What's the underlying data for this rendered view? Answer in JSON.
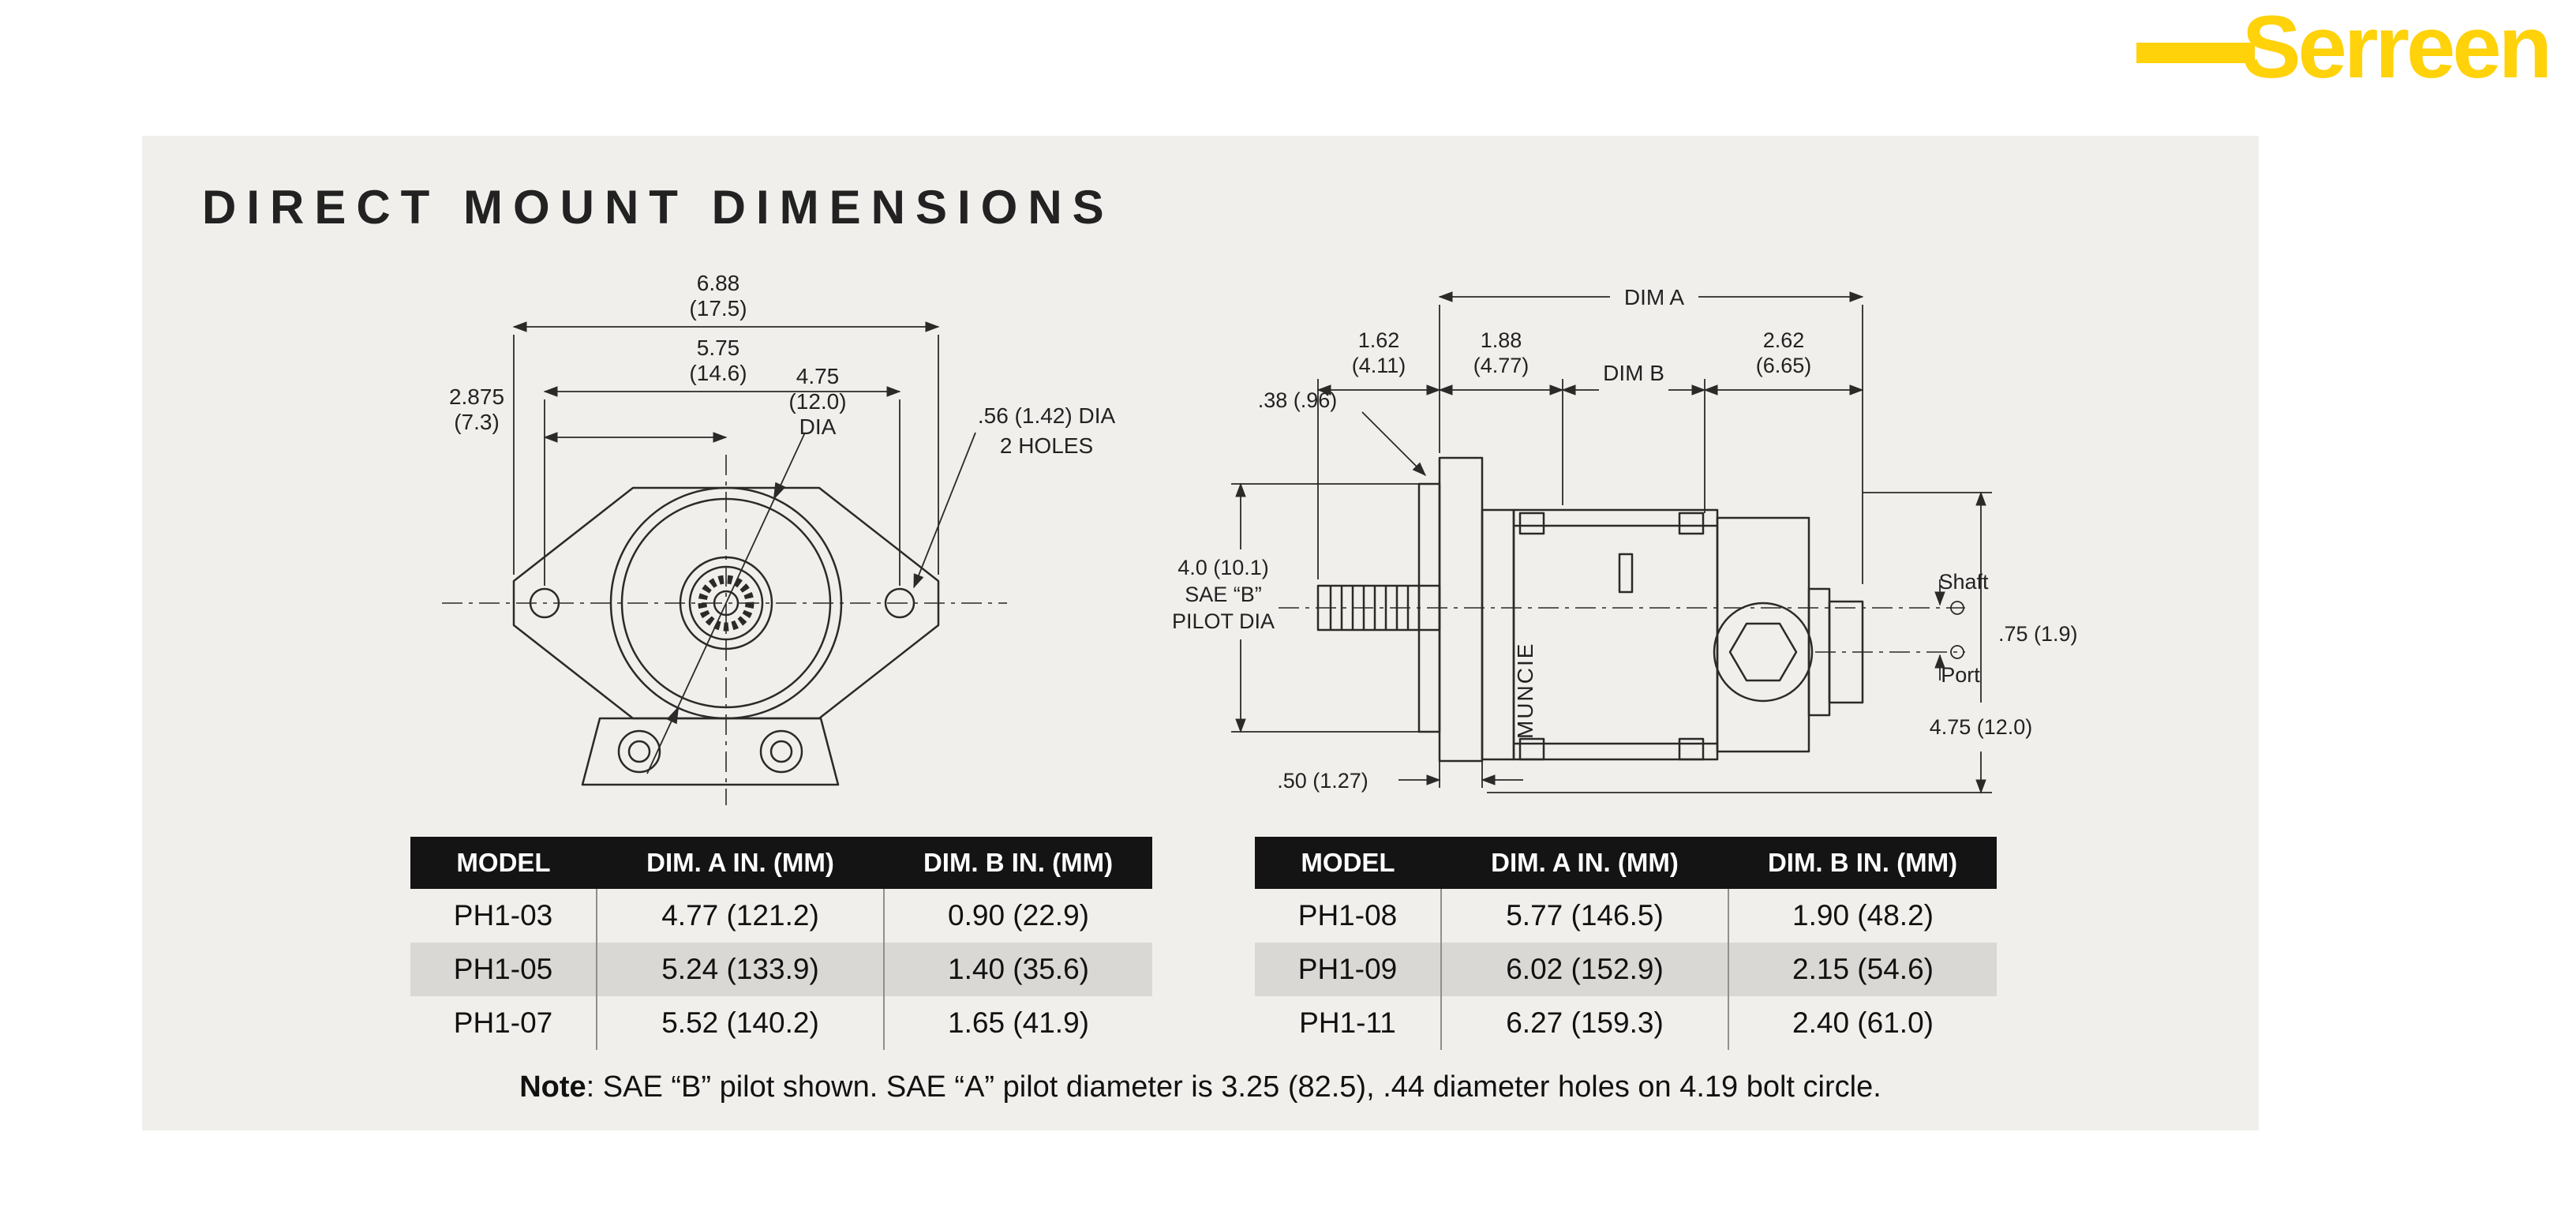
{
  "logo": {
    "text": "Serreen",
    "color": "#FFD20A"
  },
  "panel": {
    "title": "DIRECT MOUNT DIMENSIONS",
    "note_label": "Note",
    "note_text": ": SAE “B” pilot shown. SAE “A” pilot diameter is 3.25 (82.5), .44 diameter holes on 4.19 bolt circle."
  },
  "front_view": {
    "dim_overall": [
      "6.88",
      "(17.5)"
    ],
    "dim_bolt_span": [
      "5.75",
      "(14.6)"
    ],
    "dim_half": [
      "2.875",
      "(7.3)"
    ],
    "dim_pilot": [
      "4.75",
      "(12.0)",
      "DIA"
    ],
    "dim_holes": [
      ".56 (1.42) DIA",
      "2 HOLES"
    ]
  },
  "side_view": {
    "dim_a_label": "DIM A",
    "dim_b_label": "DIM B",
    "dim_shaft_ext": [
      "1.62",
      "(4.11)"
    ],
    "dim_flange_sec": [
      "1.88",
      "(4.77)"
    ],
    "dim_rear_sec": [
      "2.62",
      "(6.65)"
    ],
    "dim_pilot_step": ".38 (.96)",
    "dim_pilot_dia": [
      "4.0 (10.1)",
      "SAE “B”",
      "PILOT DIA"
    ],
    "body_label": "MUNCIE",
    "shaft_label": "Shaft",
    "port_label": "Port",
    "dim_shaft_port": ".75 (1.9)",
    "dim_height": "4.75 (12.0)",
    "dim_flange_thk": ".50 (1.27)"
  },
  "tables": [
    {
      "headers": [
        "MODEL",
        "DIM. A IN. (MM)",
        "DIM. B IN. (MM)"
      ],
      "rows": [
        [
          "PH1-03",
          "4.77 (121.2)",
          "0.90 (22.9)"
        ],
        [
          "PH1-05",
          "5.24 (133.9)",
          "1.40 (35.6)"
        ],
        [
          "PH1-07",
          "5.52 (140.2)",
          "1.65 (41.9)"
        ]
      ]
    },
    {
      "headers": [
        "MODEL",
        "DIM. A IN. (MM)",
        "DIM. B IN. (MM)"
      ],
      "rows": [
        [
          "PH1-08",
          "5.77 (146.5)",
          "1.90 (48.2)"
        ],
        [
          "PH1-09",
          "6.02 (152.9)",
          "2.15 (54.6)"
        ],
        [
          "PH1-11",
          "6.27 (159.3)",
          "2.40 (61.0)"
        ]
      ]
    }
  ],
  "colors": {
    "logo_yellow": "#FFD20A",
    "panel_bg": "#F0EFEC",
    "table_header_bg": "#141414",
    "table_alt_row": "#D9D8D4",
    "line_color": "#2B2A29"
  }
}
